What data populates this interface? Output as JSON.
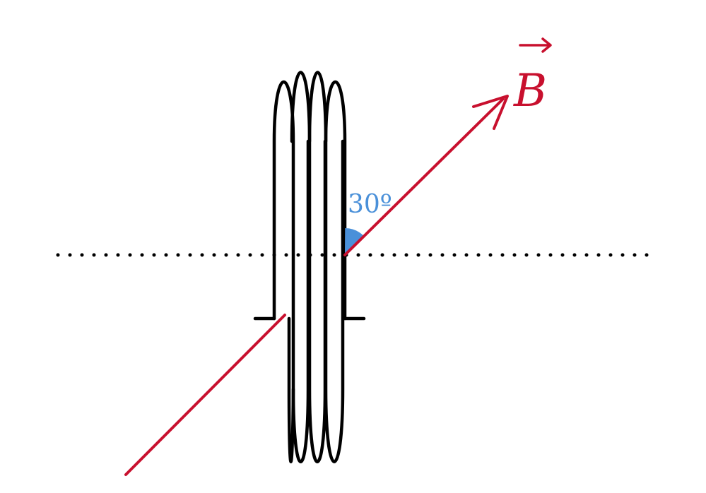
{
  "diagram": {
    "field_label": "B",
    "angle_label": "30º",
    "angle_degrees": 30,
    "turns": 4,
    "colors": {
      "field": "#c8102e",
      "angle": "#4a90d9",
      "coil": "#000000",
      "axis": "#000000",
      "background": "#ffffff"
    }
  }
}
